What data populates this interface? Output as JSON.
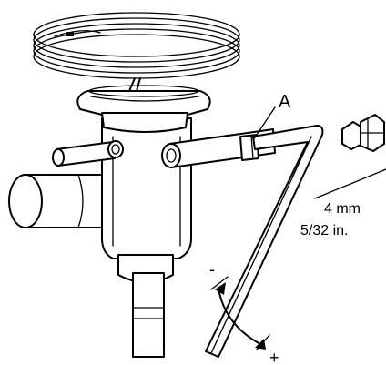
{
  "labels": {
    "callout_a": "A",
    "wrench_size_mm": "4 mm",
    "wrench_size_in": "5/32 in.",
    "minus": "-",
    "plus": "+"
  }
}
